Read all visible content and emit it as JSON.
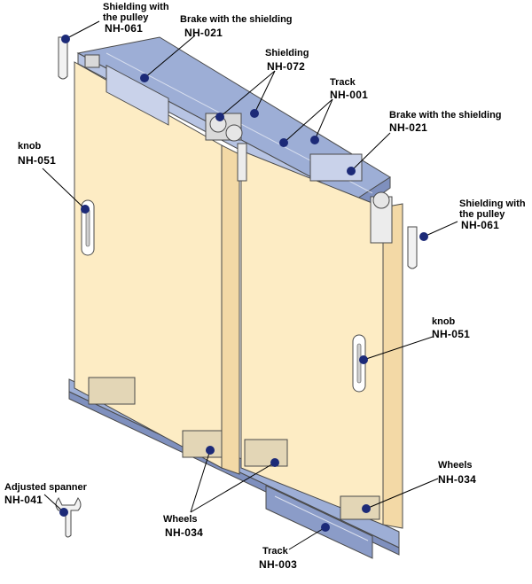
{
  "colors": {
    "door_face": "#fdecc4",
    "door_edge": "#f3d9a6",
    "rail_metal": "#9daed6",
    "rail_dark": "#7f90be",
    "marker": "#1c2a78",
    "outline": "#4a4a4a"
  },
  "labels": {
    "shielding_pulley_top": {
      "name_line1": "Shielding with",
      "name_line2": "the pulley",
      "code": "NH-061"
    },
    "brake_top": {
      "name": "Brake with the shielding",
      "code": "NH-021"
    },
    "shielding_072": {
      "name": "Shielding",
      "code": "NH-072"
    },
    "track_top": {
      "name": "Track",
      "code": "NH-001"
    },
    "brake_right": {
      "name": "Brake with the shielding",
      "code": "NH-021"
    },
    "knob_left": {
      "name": "knob",
      "code": "NH-051"
    },
    "shielding_pulley_right": {
      "name_line1": "Shielding with",
      "name_line2": "the pulley",
      "code": "NH-061"
    },
    "knob_right": {
      "name": "knob",
      "code": "NH-051"
    },
    "wheels_right": {
      "name": "Wheels",
      "code": "NH-034"
    },
    "spanner": {
      "name": "Adjusted spanner",
      "code": "NH-041"
    },
    "wheels_center": {
      "name": "Wheels",
      "code": "NH-034"
    },
    "track_bottom": {
      "name": "Track",
      "code": "NH-003"
    }
  }
}
